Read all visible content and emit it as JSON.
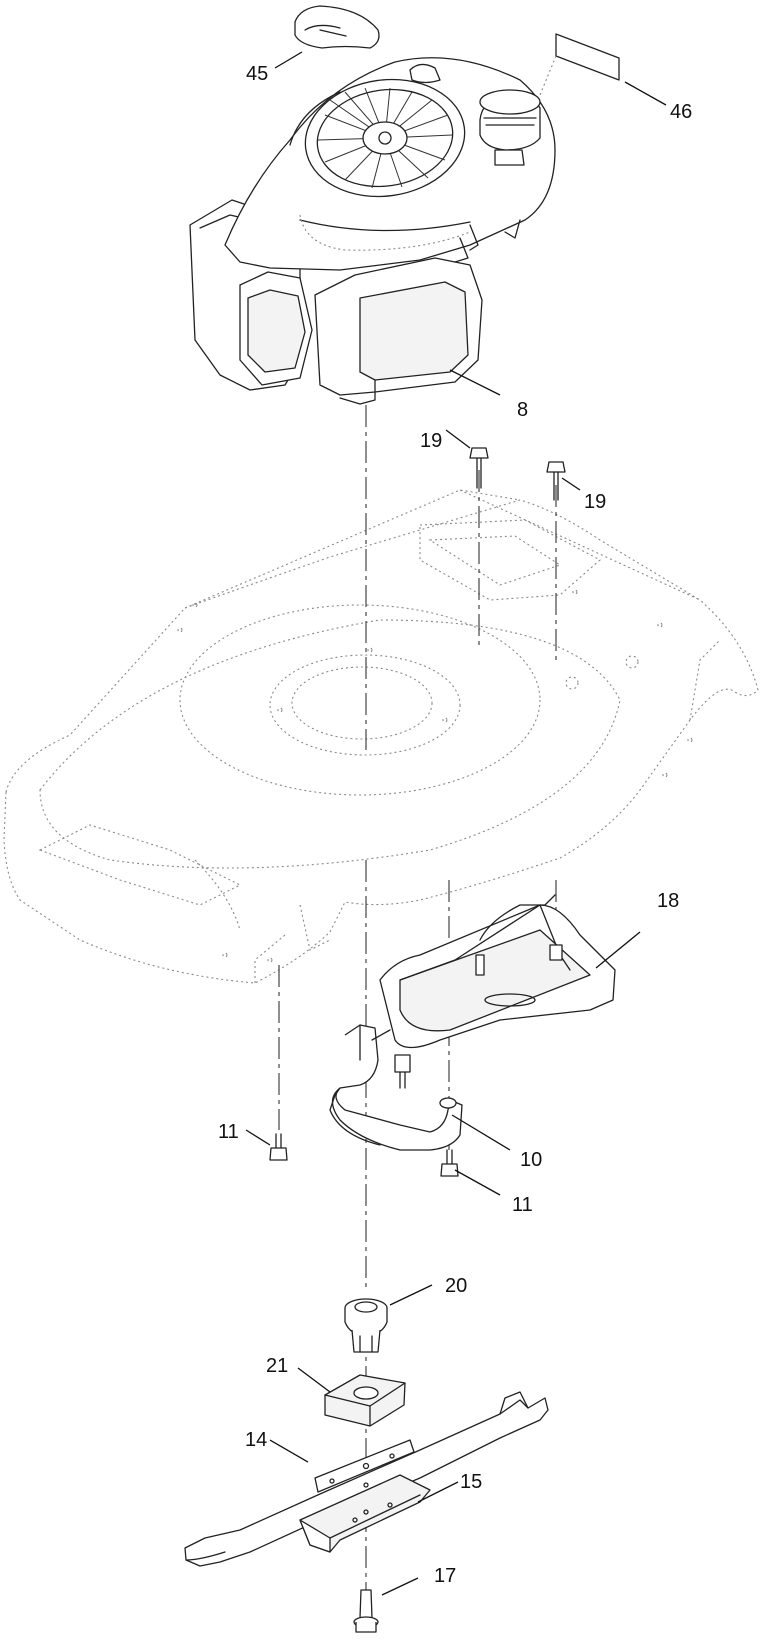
{
  "diagram": {
    "type": "exploded-parts-view",
    "callouts": [
      {
        "id": "c45",
        "label": "45"
      },
      {
        "id": "c46",
        "label": "46"
      },
      {
        "id": "c8",
        "label": "8"
      },
      {
        "id": "c19a",
        "label": "19"
      },
      {
        "id": "c19b",
        "label": "19"
      },
      {
        "id": "c18",
        "label": "18"
      },
      {
        "id": "c11a",
        "label": "11"
      },
      {
        "id": "c10",
        "label": "10"
      },
      {
        "id": "c11b",
        "label": "11"
      },
      {
        "id": "c20",
        "label": "20"
      },
      {
        "id": "c21",
        "label": "21"
      },
      {
        "id": "c14",
        "label": "14"
      },
      {
        "id": "c15",
        "label": "15"
      },
      {
        "id": "c17",
        "label": "17"
      }
    ]
  }
}
